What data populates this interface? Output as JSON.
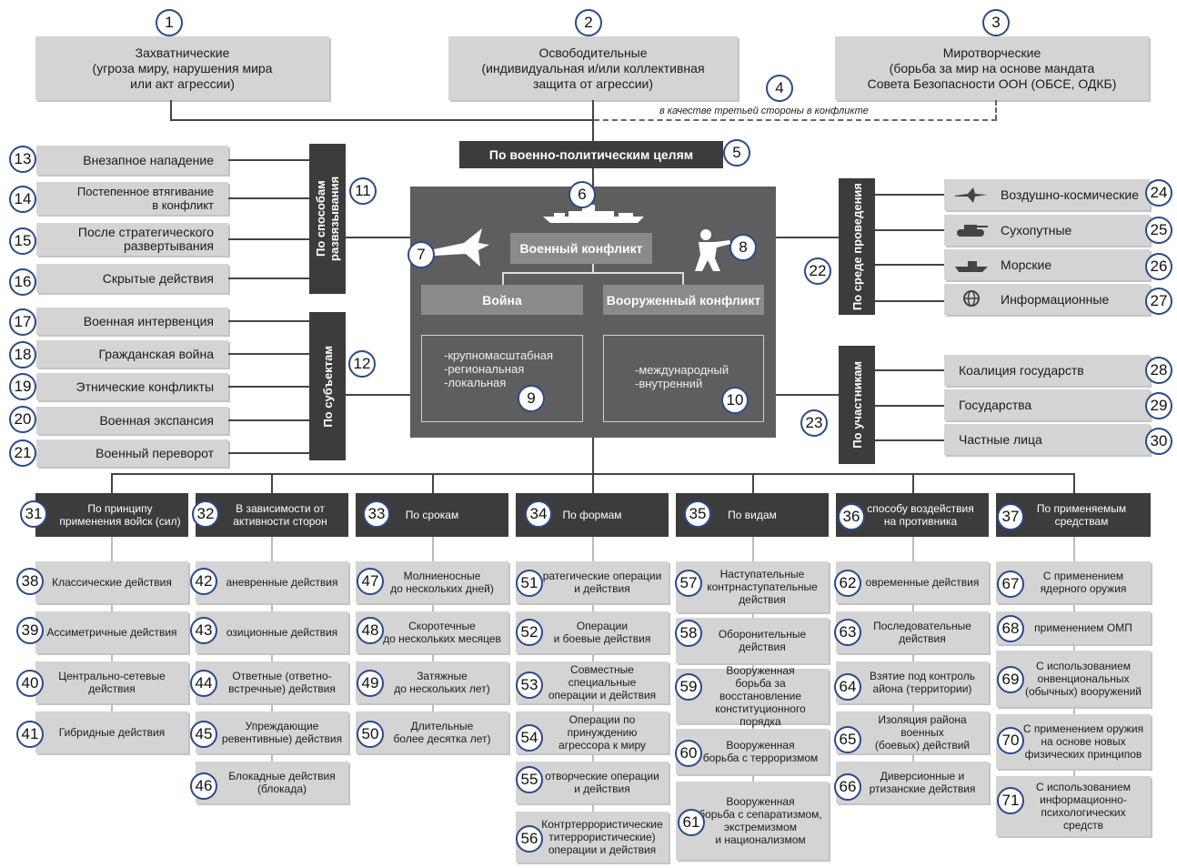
{
  "top": {
    "t1": {
      "num": "1",
      "text": "Захватнические\n(угроза миру, нарушения мира\nили акт агрессии)"
    },
    "t2": {
      "num": "2",
      "text": "Освободительные\n(индивидуальная и/или коллективная\nзащита от агрессии)"
    },
    "t3": {
      "num": "3",
      "text": "Миротворческие\n(борьба за мир на основе мандата\nСовета Безопасности ООН (ОБСЕ, ОДКБ)"
    },
    "n4": "4",
    "third_party": "в качестве третьей стороны в конфликте"
  },
  "goals": {
    "num": "5",
    "label": "По военно-политическим целям"
  },
  "core": {
    "ship_num": "6",
    "plane_num": "7",
    "soldier_num": "8",
    "title": "Военный конфликт",
    "war": "Война",
    "armed": "Вооруженный конфликт",
    "war_types": "-крупномасштабная\n-региональная\n-локальная",
    "war_num": "9",
    "armed_types": "-международный\n-внутренний",
    "armed_num": "10"
  },
  "left_groups": {
    "g11": {
      "num": "11",
      "label": "По способам развязывания"
    },
    "g12": {
      "num": "12",
      "label": "По субъектам"
    }
  },
  "left_items": [
    {
      "num": "13",
      "label": "Внезапное нападение"
    },
    {
      "num": "14",
      "label": "Постепенное втягивание\nв конфликт"
    },
    {
      "num": "15",
      "label": "После стратегического\nразвертывания"
    },
    {
      "num": "16",
      "label": "Скрытые действия"
    },
    {
      "num": "17",
      "label": "Военная интервенция"
    },
    {
      "num": "18",
      "label": "Гражданская война"
    },
    {
      "num": "19",
      "label": "Этнические конфликты"
    },
    {
      "num": "20",
      "label": "Военная экспансия"
    },
    {
      "num": "21",
      "label": "Военный переворот"
    }
  ],
  "right_groups": {
    "g22": {
      "num": "22",
      "label": "По среде проведения"
    },
    "g23": {
      "num": "23",
      "label": "По участникам"
    }
  },
  "right_items": [
    {
      "num": "24",
      "label": "Воздушно-космические",
      "icon": "jet-icon"
    },
    {
      "num": "25",
      "label": "Сухопутные",
      "icon": "tank-icon"
    },
    {
      "num": "26",
      "label": "Морские",
      "icon": "boat-icon"
    },
    {
      "num": "27",
      "label": "Информационные",
      "icon": "globe-icon"
    },
    {
      "num": "28",
      "label": "Коалиция государств"
    },
    {
      "num": "29",
      "label": "Государства"
    },
    {
      "num": "30",
      "label": "Частные лица"
    }
  ],
  "columns": [
    {
      "num": "31",
      "header": "По принципу\nприменения войск (сил)",
      "items": [
        {
          "num": "38",
          "label": "Классические действия"
        },
        {
          "num": "39",
          "label": "Ассиметричные действия"
        },
        {
          "num": "40",
          "label": "Центрально-сетевые\nдействия"
        },
        {
          "num": "41",
          "label": "Гибридные действия"
        }
      ]
    },
    {
      "num": "32",
      "header": "В зависимости от\nактивности сторон",
      "items": [
        {
          "num": "42",
          "label": "аневренные действия"
        },
        {
          "num": "43",
          "label": "озиционные действия"
        },
        {
          "num": "44",
          "label": "Ответные (ответно-\nвстречные) действия"
        },
        {
          "num": "45",
          "label": "Упреждающие\nревентивные) действия"
        },
        {
          "num": "46",
          "label": "Блокадные действия\n(блокада)"
        }
      ]
    },
    {
      "num": "33",
      "header": "По срокам",
      "items": [
        {
          "num": "47",
          "label": "Молниеносные\nдо нескольких дней)"
        },
        {
          "num": "48",
          "label": "Скоротечные\nдо нескольких месяцев"
        },
        {
          "num": "49",
          "label": "Затяжные\nдо нескольких лет)"
        },
        {
          "num": "50",
          "label": "Длительные\nболее десятка лет)"
        }
      ]
    },
    {
      "num": "34",
      "header": "По формам",
      "items": [
        {
          "num": "51",
          "label": "ратегические операции\nи действия"
        },
        {
          "num": "52",
          "label": "Операции\nи боевые действия"
        },
        {
          "num": "53",
          "label": "Совместные специальные\nоперации и действия"
        },
        {
          "num": "54",
          "label": "Операции по принуждению\nагрессора к миру"
        },
        {
          "num": "55",
          "label": "отворческие операции\nи действия"
        },
        {
          "num": "56",
          "label": "Контртеррористические\nтитеррористические)\nоперации и действия"
        }
      ]
    },
    {
      "num": "35",
      "header": "По видам",
      "items": [
        {
          "num": "57",
          "label": "Наступательные\nконтрнаступательные\nдействия"
        },
        {
          "num": "58",
          "label": "Оборонительные\nдействия"
        },
        {
          "num": "59",
          "label": "Вооруженная\nборьба за восстановление\nконституционного порядка"
        },
        {
          "num": "60",
          "label": "Вооруженная\nборьба с терроризмом"
        },
        {
          "num": "61",
          "label": "Вооруженная\nборьба с сепаратизмом,\nэкстремизмом\nи национализмом"
        }
      ]
    },
    {
      "num": "36",
      "header": "способу воздействия\nна противника",
      "items": [
        {
          "num": "62",
          "label": "овременные действия"
        },
        {
          "num": "63",
          "label": "Последовательные\nдействия"
        },
        {
          "num": "64",
          "label": "Взятие под контроль\nайона (территории)"
        },
        {
          "num": "65",
          "label": "Изоляция района военных\n(боевых) действий"
        },
        {
          "num": "66",
          "label": "Диверсионные и\nртизанские действия"
        }
      ]
    },
    {
      "num": "37",
      "header": "По применяемым\nсредствам",
      "items": [
        {
          "num": "67",
          "label": "С применением\nядерного оружия"
        },
        {
          "num": "68",
          "label": "применением ОМП"
        },
        {
          "num": "69",
          "label": "С использованием\nонвенциональных\n(обычных) вооружений"
        },
        {
          "num": "70",
          "label": "С применением оружия\nна основе новых\nфизических принципов"
        },
        {
          "num": "71",
          "label": "С использованием\nинформационно-\nпсихологических средств"
        }
      ]
    }
  ]
}
